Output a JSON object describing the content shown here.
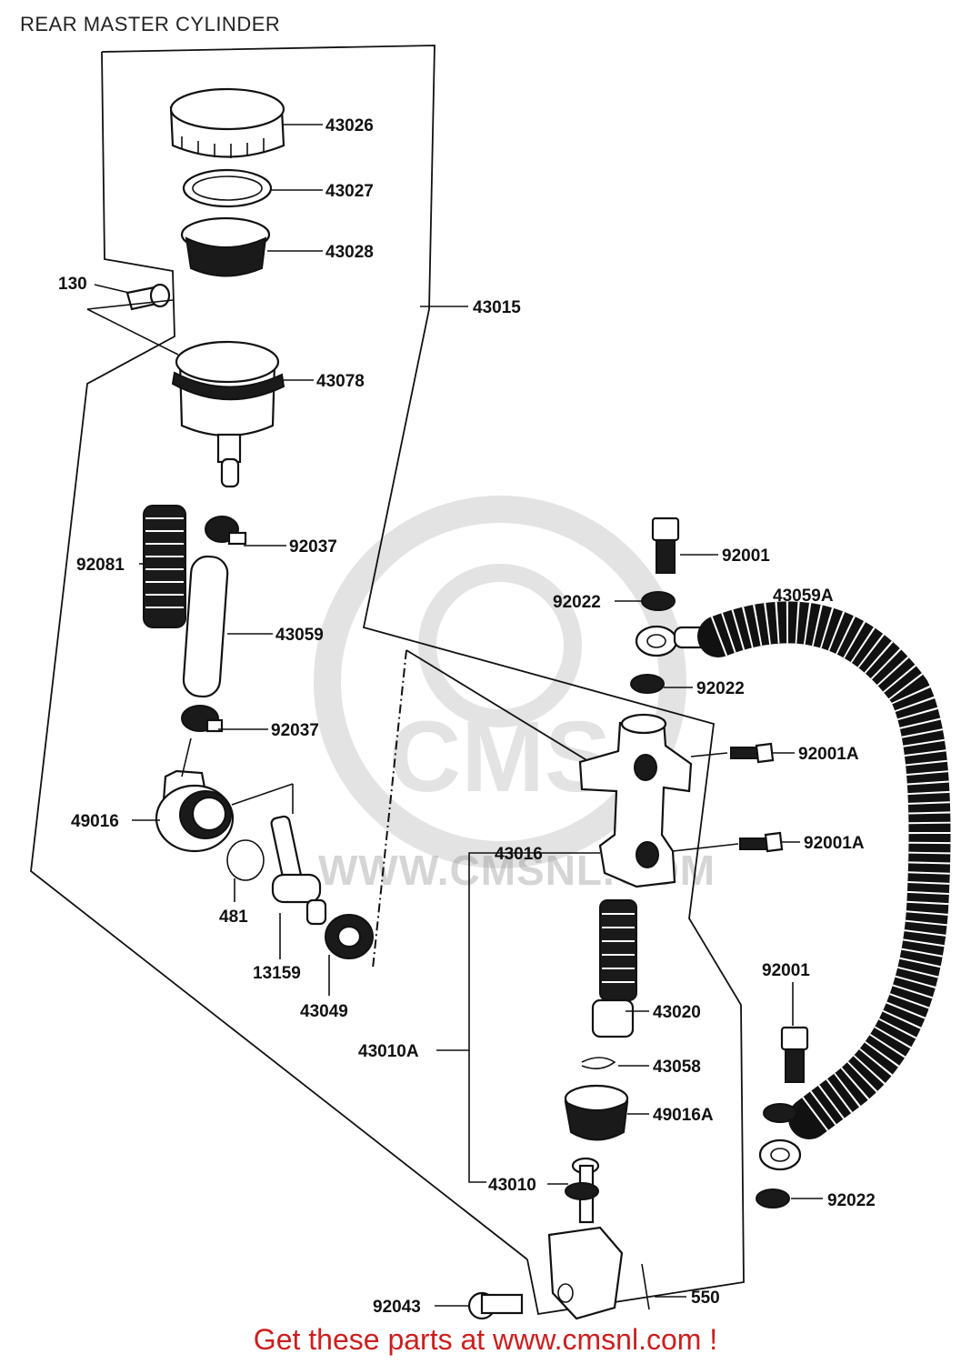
{
  "title": "REAR MASTER CYLINDER",
  "footer": "Get these parts at www.cmsnl.com !",
  "watermark_text": "WWW.CMSNL.COM",
  "watermark_logo": "CMS",
  "parts": [
    {
      "id": "p43026",
      "number": "43026"
    },
    {
      "id": "p43027",
      "number": "43027"
    },
    {
      "id": "p43028",
      "number": "43028"
    },
    {
      "id": "p130",
      "number": "130"
    },
    {
      "id": "p43015",
      "number": "43015"
    },
    {
      "id": "p43078",
      "number": "43078"
    },
    {
      "id": "p92037a",
      "number": "92037"
    },
    {
      "id": "p92081",
      "number": "92081"
    },
    {
      "id": "p43059",
      "number": "43059"
    },
    {
      "id": "p92037b",
      "number": "92037"
    },
    {
      "id": "p49016",
      "number": "49016"
    },
    {
      "id": "p481",
      "number": "481"
    },
    {
      "id": "p13159",
      "number": "13159"
    },
    {
      "id": "p43049",
      "number": "43049"
    },
    {
      "id": "p92001a",
      "number": "92001"
    },
    {
      "id": "p92022a",
      "number": "92022"
    },
    {
      "id": "p43059A",
      "number": "43059A"
    },
    {
      "id": "p92022b",
      "number": "92022"
    },
    {
      "id": "p92001Aa",
      "number": "92001A"
    },
    {
      "id": "p43016",
      "number": "43016"
    },
    {
      "id": "p92001Ab",
      "number": "92001A"
    },
    {
      "id": "p92001b",
      "number": "92001"
    },
    {
      "id": "p43020",
      "number": "43020"
    },
    {
      "id": "p43010A",
      "number": "43010A"
    },
    {
      "id": "p43058",
      "number": "43058"
    },
    {
      "id": "p49016A",
      "number": "49016A"
    },
    {
      "id": "p43010",
      "number": "43010"
    },
    {
      "id": "p92022c",
      "number": "92022"
    },
    {
      "id": "p92043",
      "number": "92043"
    },
    {
      "id": "p550",
      "number": "550"
    }
  ]
}
